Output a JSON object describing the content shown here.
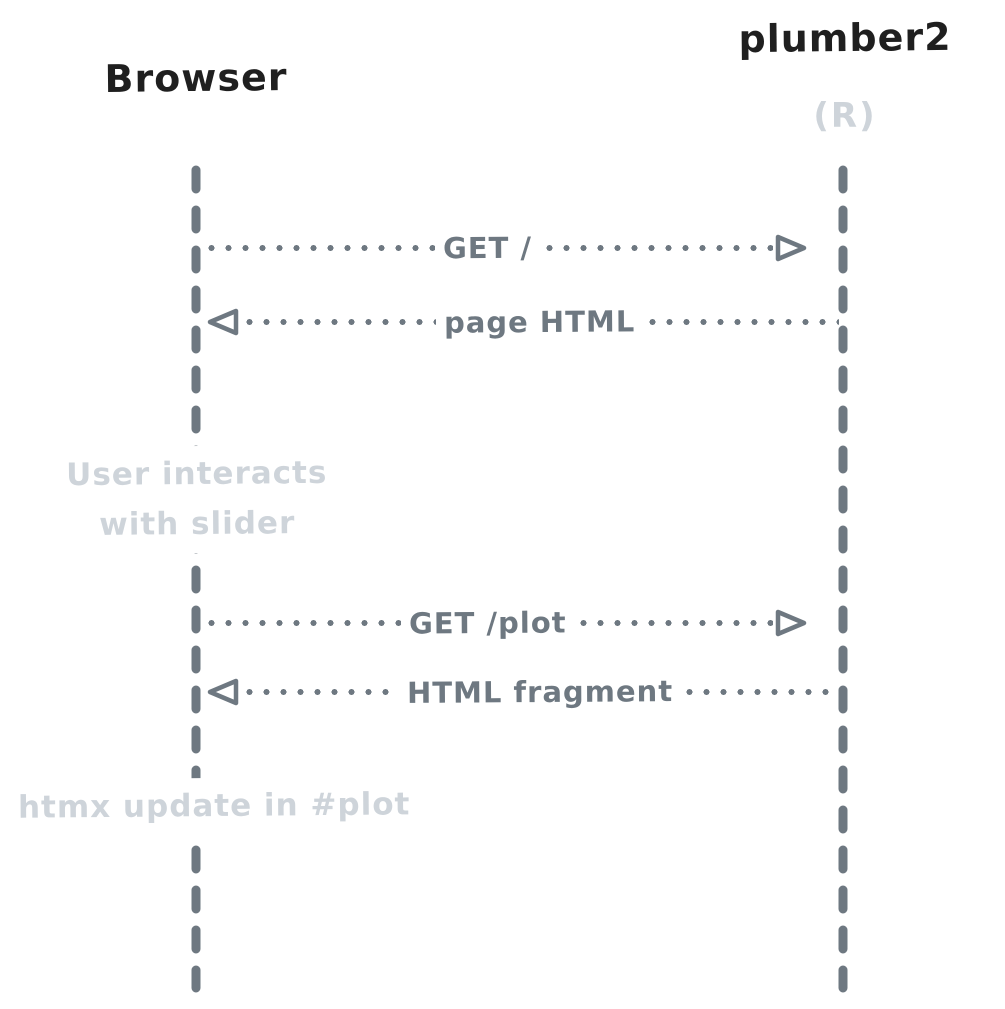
{
  "diagram": {
    "type": "sequence-diagram",
    "actors": [
      {
        "id": "browser",
        "label": "Browser"
      },
      {
        "id": "plumber2",
        "label": "plumber2",
        "sublabel": "(R)"
      }
    ],
    "messages": [
      {
        "from": "browser",
        "to": "plumber2",
        "label": "GET /",
        "direction": "right",
        "style": "dotted"
      },
      {
        "from": "plumber2",
        "to": "browser",
        "label": "page HTML",
        "direction": "left",
        "style": "dotted"
      },
      {
        "from": "browser",
        "to": "plumber2",
        "label": "GET /plot",
        "direction": "right",
        "style": "dotted"
      },
      {
        "from": "plumber2",
        "to": "browser",
        "label": "HTML fragment",
        "direction": "left",
        "style": "dotted"
      }
    ],
    "notes": [
      {
        "lines": [
          "User interacts",
          "with slider"
        ]
      },
      {
        "lines": [
          "htmx update in #plot"
        ]
      }
    ],
    "colors": {
      "stroke_gray": "#6e7881",
      "muted_gray": "#ced4da",
      "ink": "#1f1f1f",
      "background": "#ffffff"
    }
  }
}
